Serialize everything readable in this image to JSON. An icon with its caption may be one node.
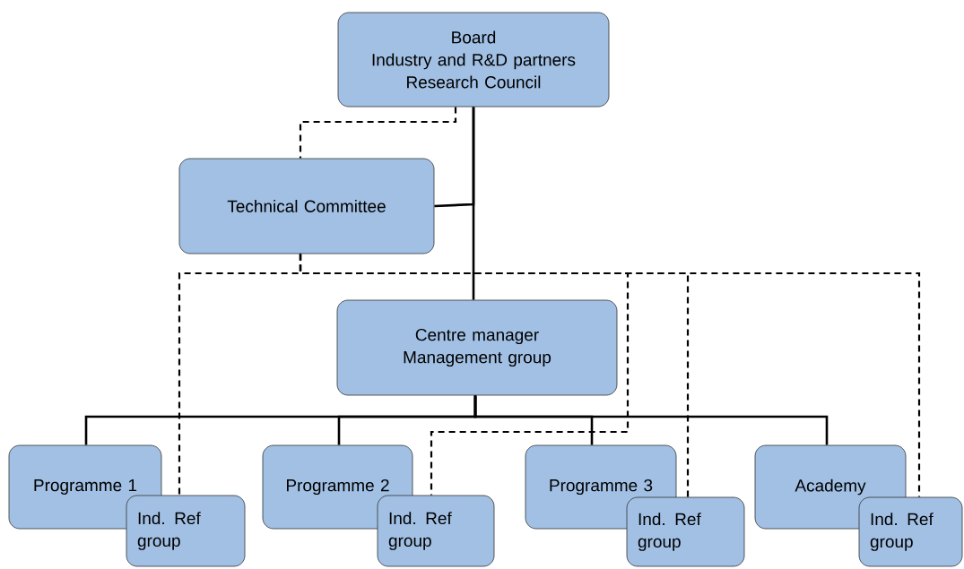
{
  "diagram": {
    "nodes": [
      {
        "text": [
          "Board",
          "Industry and R&D partners",
          "Research Council"
        ]
      },
      {
        "text": [
          "Technical Committee"
        ]
      },
      {
        "text": [
          "Centre manager",
          "Management group"
        ]
      },
      {
        "text": [
          "Programme 1"
        ]
      },
      {
        "text": [
          "Ind. Ref group"
        ]
      },
      {
        "text": [
          "Programme 2"
        ]
      },
      {
        "text": [
          "Ind. Ref group"
        ]
      },
      {
        "text": [
          "Programme 3"
        ]
      },
      {
        "text": [
          "Ind. Ref group"
        ]
      },
      {
        "text": [
          "Academy"
        ]
      },
      {
        "text": [
          "Ind. Ref group"
        ]
      }
    ],
    "edges": [
      {
        "from": 0,
        "to": 1,
        "arrow": "none",
        "style": "dashed"
      },
      {
        "from": 0,
        "to": 1,
        "arrow": "none"
      },
      {
        "from": 0,
        "to": 2,
        "arrow": "none"
      },
      {
        "from": 2,
        "to": 3,
        "arrow": "none"
      },
      {
        "from": 2,
        "to": 5,
        "arrow": "none"
      },
      {
        "from": 2,
        "to": 7,
        "arrow": "none"
      },
      {
        "from": 2,
        "to": 9,
        "arrow": "none"
      },
      {
        "from": 1,
        "to": 4,
        "arrow": "none",
        "style": "dashed"
      },
      {
        "from": 1,
        "to": 6,
        "arrow": "none",
        "style": "dashed"
      },
      {
        "from": 1,
        "to": 8,
        "arrow": "none",
        "style": "dashed"
      },
      {
        "from": 1,
        "to": 10,
        "arrow": "none",
        "style": "dashed"
      }
    ]
  }
}
